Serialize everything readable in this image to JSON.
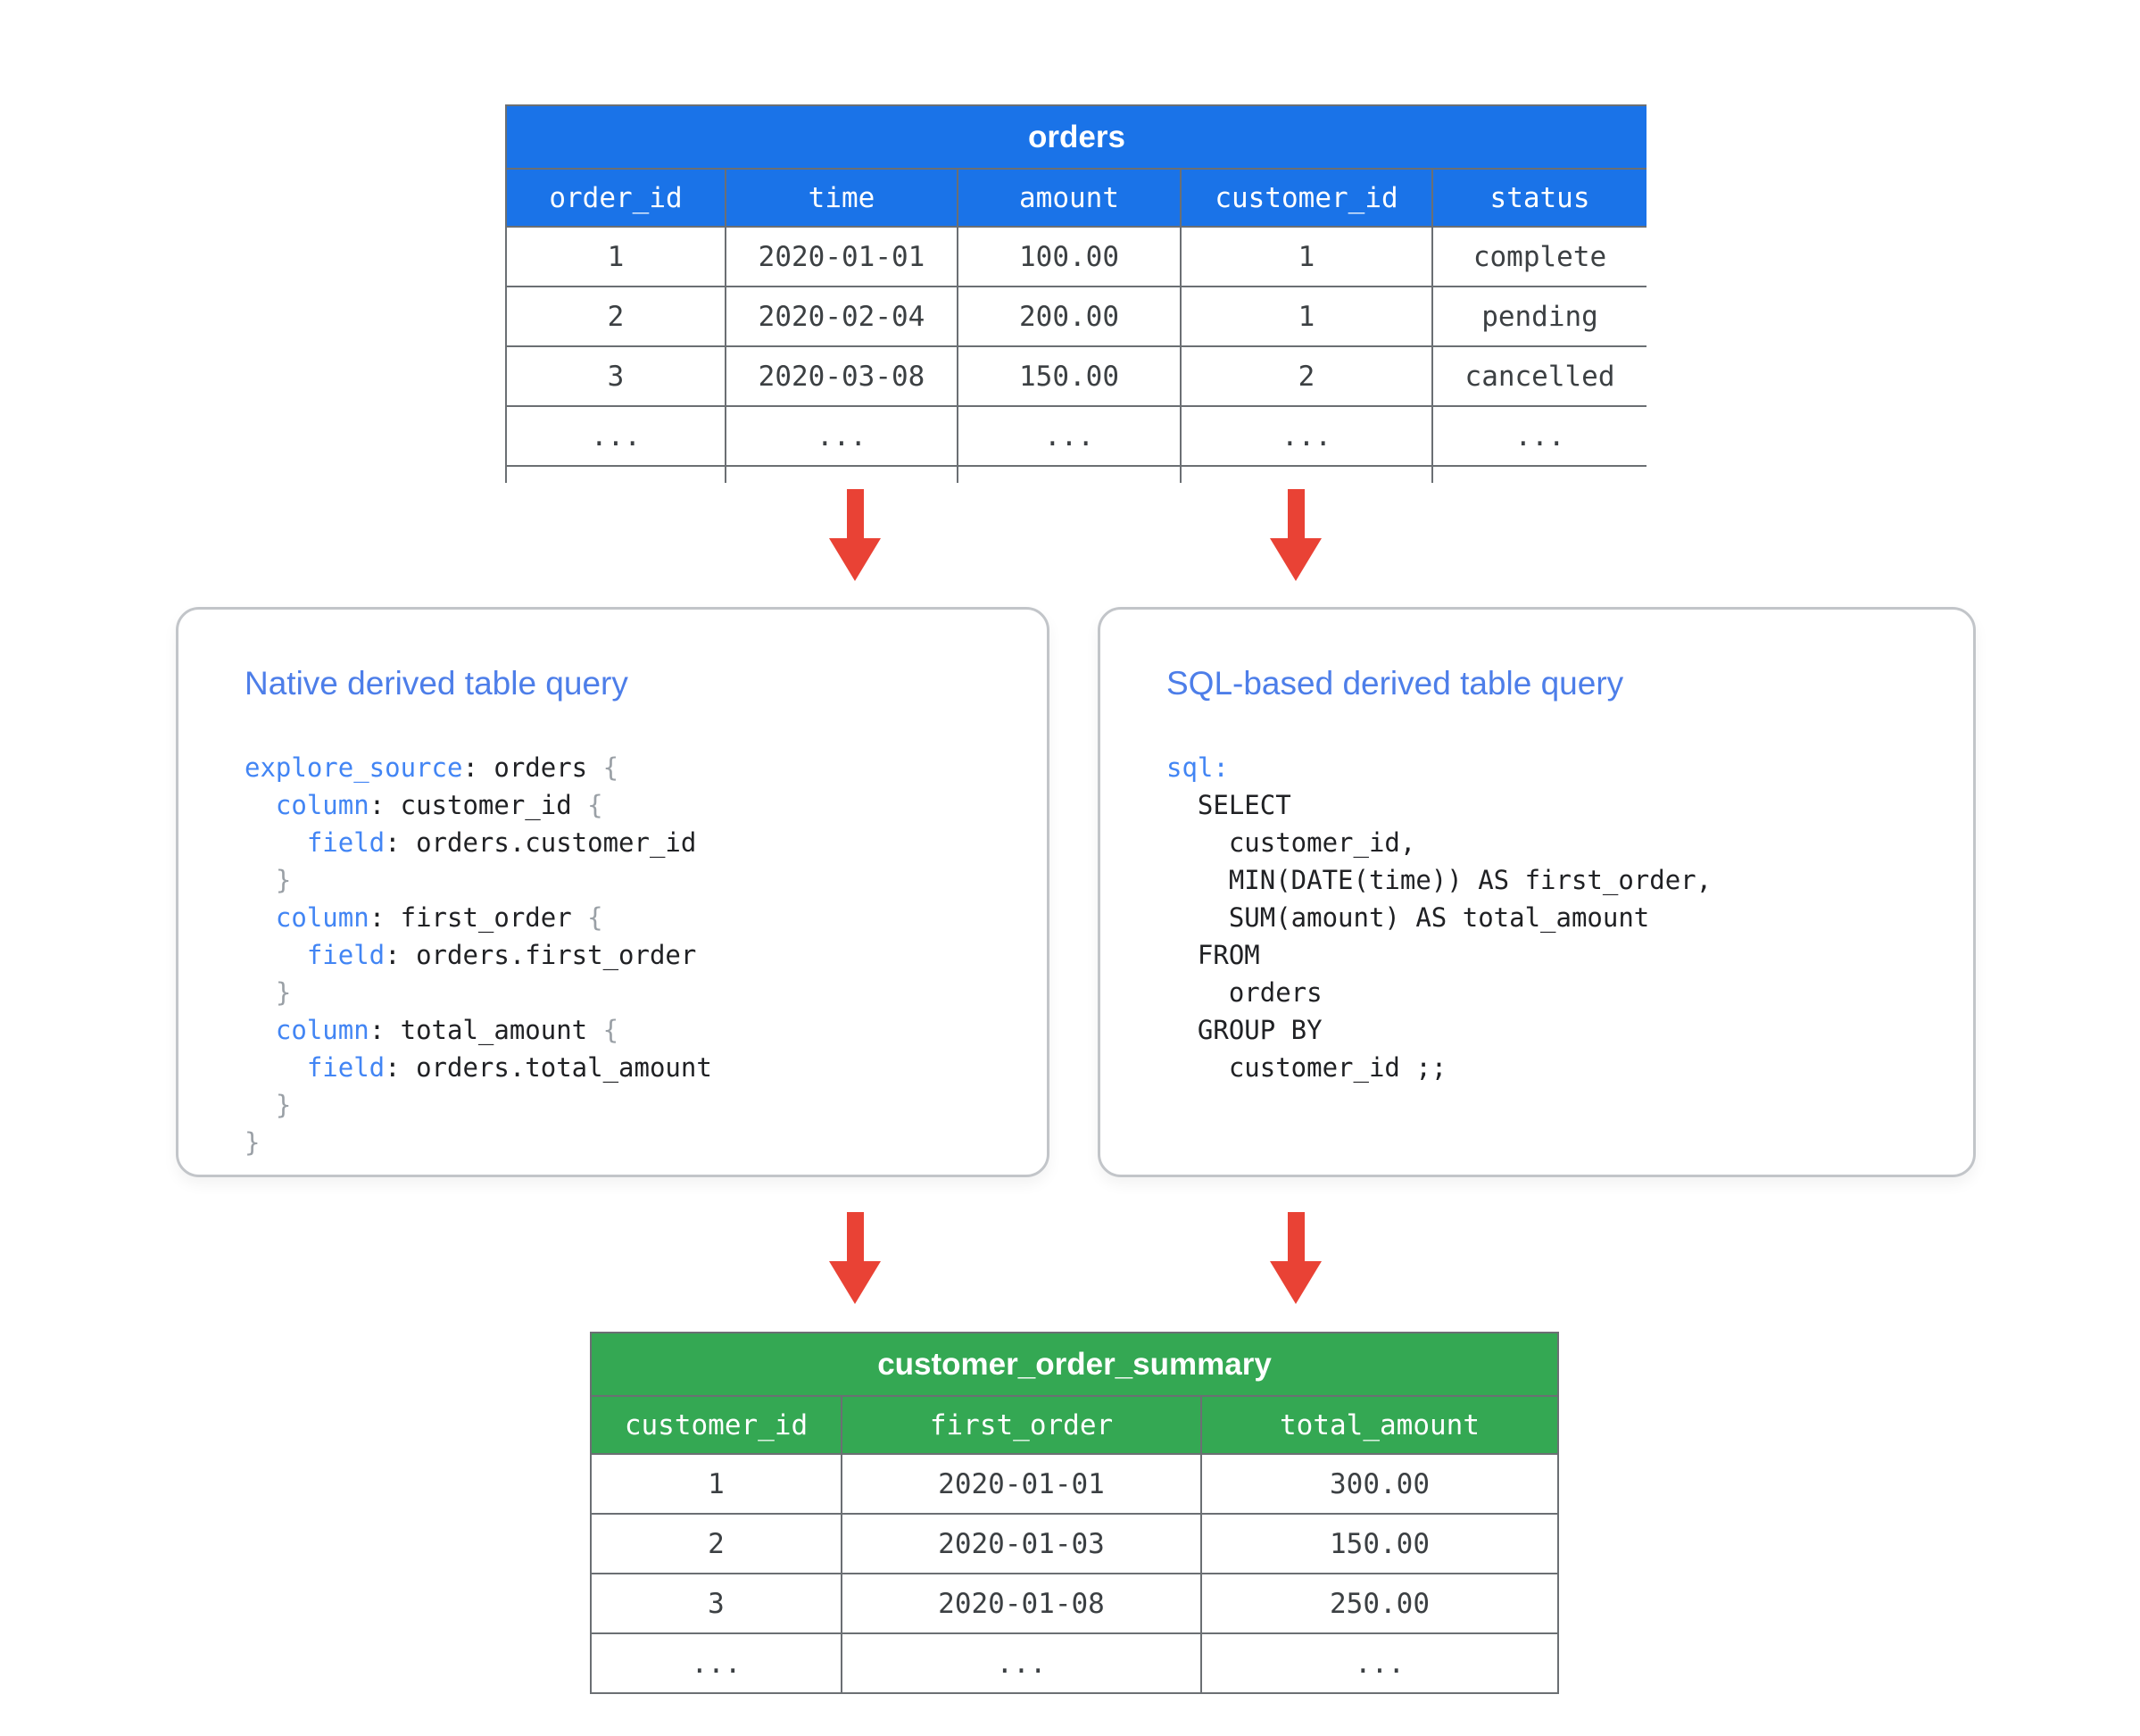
{
  "colors": {
    "orders_header_blue": "#1a73e8",
    "summary_header_green": "#34a853",
    "arrow_red": "#e94235",
    "table_border_gray": "#6b6f73",
    "box_border_gray": "#c2c5c9",
    "box_title_blue": "#4d7ee9",
    "code_keyword_blue": "#4285f4",
    "code_brace_gray": "#9aa0a6",
    "cell_text_gray": "#3c4043"
  },
  "orders_table": {
    "title": "orders",
    "columns": [
      "order_id",
      "time",
      "amount",
      "customer_id",
      "status"
    ],
    "rows": [
      [
        "1",
        "2020-01-01",
        "100.00",
        "1",
        "complete"
      ],
      [
        "2",
        "2020-02-04",
        "200.00",
        "1",
        "pending"
      ],
      [
        "3",
        "2020-03-08",
        "150.00",
        "2",
        "cancelled"
      ],
      [
        "...",
        "...",
        "...",
        "...",
        "..."
      ]
    ],
    "truncated": true
  },
  "native_box": {
    "title": "Native derived table query",
    "code": [
      [
        {
          "t": "explore_source",
          "c": "kw"
        },
        {
          "t": ": orders ",
          "c": "p"
        },
        {
          "t": "{",
          "c": "b"
        }
      ],
      [
        {
          "t": "  ",
          "c": "p"
        },
        {
          "t": "column",
          "c": "kw"
        },
        {
          "t": ": customer_id ",
          "c": "p"
        },
        {
          "t": "{",
          "c": "b"
        }
      ],
      [
        {
          "t": "    ",
          "c": "p"
        },
        {
          "t": "field",
          "c": "kw"
        },
        {
          "t": ": orders.customer_id",
          "c": "p"
        }
      ],
      [
        {
          "t": "  }",
          "c": "b"
        }
      ],
      [
        {
          "t": "  ",
          "c": "p"
        },
        {
          "t": "column",
          "c": "kw"
        },
        {
          "t": ": first_order ",
          "c": "p"
        },
        {
          "t": "{",
          "c": "b"
        }
      ],
      [
        {
          "t": "    ",
          "c": "p"
        },
        {
          "t": "field",
          "c": "kw"
        },
        {
          "t": ": orders.first_order",
          "c": "p"
        }
      ],
      [
        {
          "t": "  }",
          "c": "b"
        }
      ],
      [
        {
          "t": "  ",
          "c": "p"
        },
        {
          "t": "column",
          "c": "kw"
        },
        {
          "t": ": total_amount ",
          "c": "p"
        },
        {
          "t": "{",
          "c": "b"
        }
      ],
      [
        {
          "t": "    ",
          "c": "p"
        },
        {
          "t": "field",
          "c": "kw"
        },
        {
          "t": ": orders.total_amount",
          "c": "p"
        }
      ],
      [
        {
          "t": "  }",
          "c": "b"
        }
      ],
      [
        {
          "t": "}",
          "c": "b"
        }
      ]
    ]
  },
  "sql_box": {
    "title": "SQL-based derived table query",
    "code": [
      [
        {
          "t": "sql:",
          "c": "kw"
        }
      ],
      [
        {
          "t": "  SELECT",
          "c": "p"
        }
      ],
      [
        {
          "t": "    customer_id,",
          "c": "p"
        }
      ],
      [
        {
          "t": "    MIN(DATE(time)) AS first_order,",
          "c": "p"
        }
      ],
      [
        {
          "t": "    SUM(amount) AS total_amount",
          "c": "p"
        }
      ],
      [
        {
          "t": "  FROM",
          "c": "p"
        }
      ],
      [
        {
          "t": "    orders",
          "c": "p"
        }
      ],
      [
        {
          "t": "  GROUP BY",
          "c": "p"
        }
      ],
      [
        {
          "t": "    customer_id ;;",
          "c": "p"
        }
      ]
    ]
  },
  "summary_table": {
    "title": "customer_order_summary",
    "columns": [
      "customer_id",
      "first_order",
      "total_amount"
    ],
    "rows": [
      [
        "1",
        "2020-01-01",
        "300.00"
      ],
      [
        "2",
        "2020-01-03",
        "150.00"
      ],
      [
        "3",
        "2020-01-08",
        "250.00"
      ],
      [
        "...",
        "...",
        "..."
      ]
    ],
    "truncated": false
  }
}
